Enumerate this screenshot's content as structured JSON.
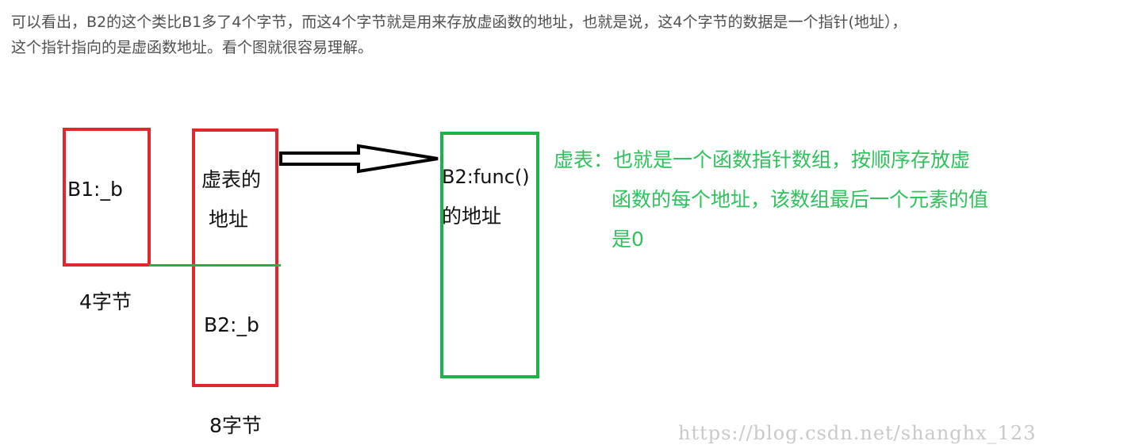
{
  "paragraph": {
    "line1": "可以看出，B2的这个类比B1多了4个字节，而这4个字节就是用来存放虚函数的地址，也就是说，这4个字节的数据是一个指针(地址），",
    "line2": "这个指针指向的是虚函数地址。看个图就很容易理解。"
  },
  "diagram": {
    "b1_box": {
      "label": "B1:_b",
      "size_label": "4字节"
    },
    "b2_box": {
      "vtable_label_line1": "虚表的",
      "vtable_label_line2": "地址",
      "member_label": "B2:_b",
      "size_label": "8字节"
    },
    "func_box": {
      "label_line1": "B2:func()",
      "label_line2": "的地址"
    },
    "note": {
      "line1": "虚表：也就是一个函数指针数组，按顺序存放虚",
      "line2": "函数的每个地址，该数组最后一个元素的值",
      "line3": "是0"
    },
    "colors": {
      "red": "#e0272b",
      "green": "#1db445",
      "note_text": "#2fc15b",
      "paragraph_text": "#4f4f4f"
    },
    "arrow_icon": "hollow-right-arrow-icon"
  },
  "watermark": "https://blog.csdn.net/shanghx_123"
}
